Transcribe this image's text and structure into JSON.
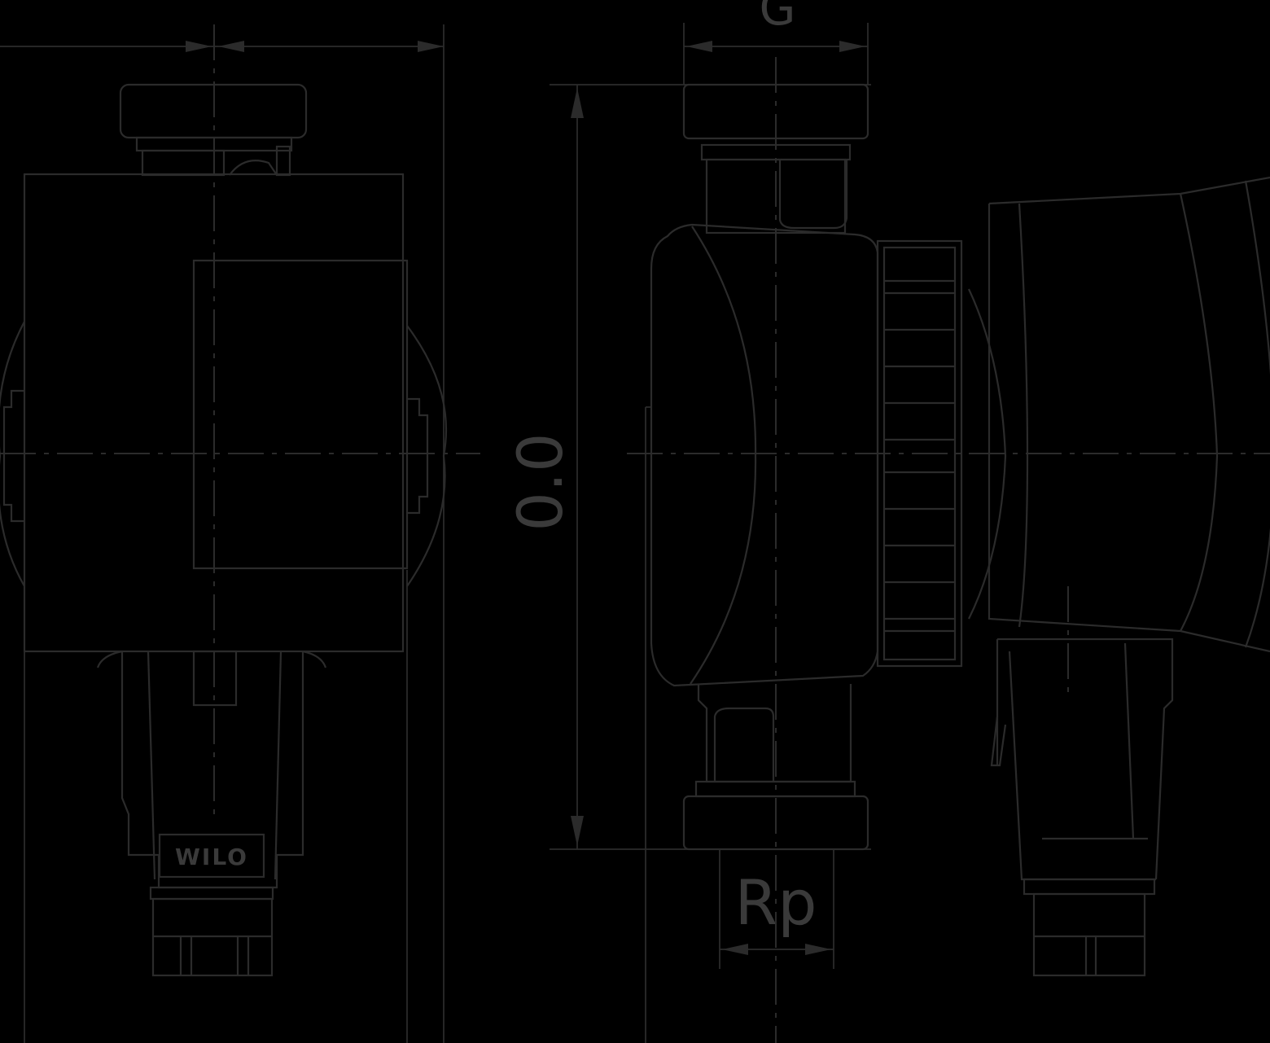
{
  "labels": {
    "thread_g": "G",
    "height_dim": "0.0",
    "thread_rp": "Rp",
    "logo": "WILO"
  },
  "colors": {
    "background": "#000000",
    "line": "#2b2b2b",
    "text": "#3a3a3a"
  }
}
